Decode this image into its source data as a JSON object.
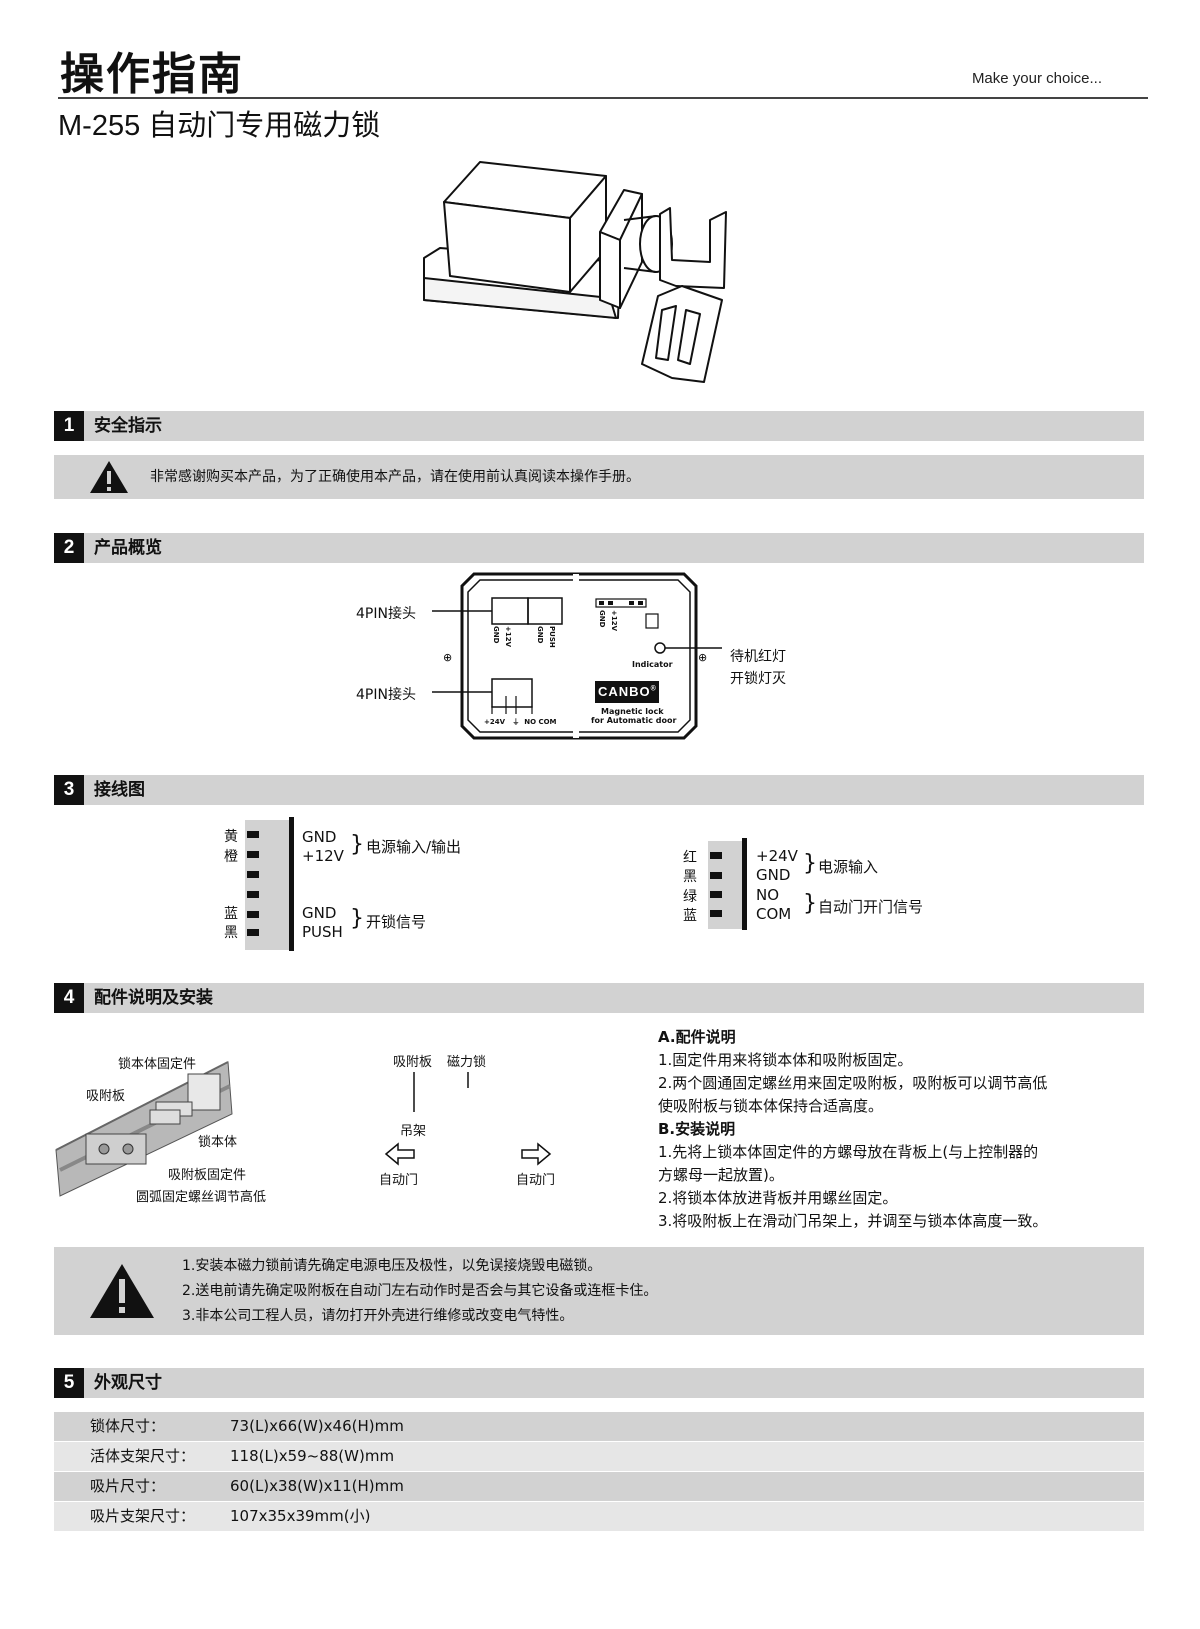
{
  "header": {
    "title": "操作指南",
    "slogan": "Make  your choice...",
    "subtitle": "M-255 自动门专用磁力锁"
  },
  "sections": {
    "s1": {
      "num": "1",
      "title": "安全指示",
      "notice": "非常感谢购买本产品，为了正确使用本产品，请在使用前认真阅读本操作手册。"
    },
    "s2": {
      "num": "2",
      "title": "产品概览"
    },
    "s3": {
      "num": "3",
      "title": "接线图"
    },
    "s4": {
      "num": "4",
      "title": "配件说明及安装"
    },
    "s5": {
      "num": "5",
      "title": "外观尺寸"
    }
  },
  "overview": {
    "connector_top": "4PIN接头",
    "connector_bottom": "4PIN接头",
    "indicator_line1": "待机红灯",
    "indicator_line2": "开锁灯灭",
    "pcb_gnd1": "GND",
    "pcb_12v": "+12V",
    "pcb_gnd2": "GND",
    "pcb_push": "PUSH",
    "pcb_right_gnd": "GND",
    "pcb_right_12v": "+12V",
    "pcb_indicator": "Indicator",
    "pcb_bottom_pins": "+24V   ⏚  NO COM",
    "brand": "CANBO",
    "brand_mark": "®",
    "brand_desc1": "Magnetic lock",
    "brand_desc2": "for Automatic door"
  },
  "wiring": {
    "left_colors": [
      "黄",
      "橙",
      "",
      "",
      "蓝",
      "黑"
    ],
    "left_gnd": "GND",
    "left_12v": "+12V",
    "left_power": "电源输入/输出",
    "left_gnd2": "GND",
    "left_push": "PUSH",
    "left_unlock": "开锁信号",
    "right_colors": [
      "红",
      "黑",
      "绿",
      "蓝"
    ],
    "right_24v": "+24V",
    "right_gnd": "GND",
    "right_no": "NO",
    "right_com": "COM",
    "right_power": "电源输入",
    "right_signal": "自动门开门信号"
  },
  "accessories": {
    "fig1": {
      "lock_fixture": "锁本体固定件",
      "plate": "吸附板",
      "lock_body": "锁本体",
      "plate_fixture": "吸附板固定件",
      "screw": "圆弧固定螺丝调节高低"
    },
    "fig2": {
      "plate": "吸附板",
      "lock": "磁力锁",
      "hanger": "吊架",
      "door_left": "自动门",
      "door_right": "自动门"
    },
    "a_title": "A.配件说明",
    "a_items": [
      "1.固定件用来将锁本体和吸附板固定。",
      "2.两个圆通固定螺丝用来固定吸附板，吸附板可以调节高低",
      "使吸附板与锁本体保持合适高度。"
    ],
    "b_title": "B.安装说明",
    "b_items": [
      "1.先将上锁本体固定件的方螺母放在背板上(与上控制器的",
      "方螺母一起放置)。",
      "2.将锁本体放进背板并用螺丝固定。",
      "3.将吸附板上在滑动门吊架上，并调至与锁本体高度一致。"
    ]
  },
  "warnings": [
    "1.安装本磁力锁前请先确定电源电压及极性，以免误接烧毁电磁锁。",
    "2.送电前请先确定吸附板在自动门左右动作时是否会与其它设备或连框卡住。",
    "3.非本公司工程人员，请勿打开外壳进行维修或改变电气特性。"
  ],
  "dimensions": [
    {
      "k": "锁体尺寸：",
      "v": "73(L)x66(W)x46(H)mm"
    },
    {
      "k": "活体支架尺寸：",
      "v": "118(L)x59~88(W)mm"
    },
    {
      "k": "吸片尺寸：",
      "v": "60(L)x38(W)x11(H)mm"
    },
    {
      "k": "吸片支架尺寸：",
      "v": "107x35x39mm(小)"
    }
  ],
  "colors": {
    "bar": "#d2d2d2",
    "ink": "#111111"
  }
}
